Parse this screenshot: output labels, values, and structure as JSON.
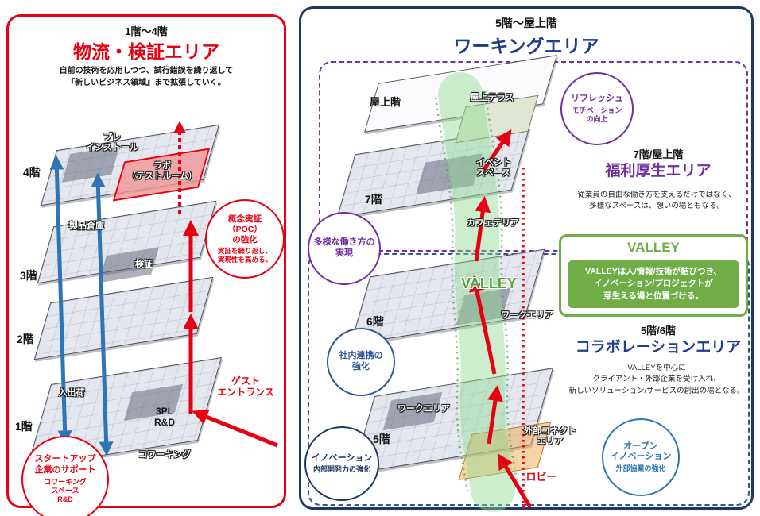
{
  "left_panel": {
    "floor_range": "1階〜4階",
    "title": "物流・検証エリア",
    "description": "自前の技術を応用しつつ、試行錯誤を繰り返して\n『新しいビジネス領域』まで拡張していく。",
    "floor_labels": {
      "f4": "4階",
      "f3": "3階",
      "f2": "2階",
      "f1": "1階"
    },
    "zone_labels": {
      "preinstall": "プレ\nインストール",
      "lab": "ラボ\n（テストルーム）",
      "warehouse": "製品倉庫",
      "verification": "検証",
      "shipping": "入出荷",
      "threepl": "3PL\nR&D",
      "coworking": "コワーキング",
      "guest_entrance": "ゲスト\nエントランス"
    },
    "poc_circle": {
      "title": "概念実証\n（POC）\nの強化",
      "body": "実証を繰り返し、\n実現性を高める。"
    },
    "startup_circle": {
      "title": "スタートアップ\n企業のサポート",
      "body": "コワーキング\nスペース\nR&D"
    }
  },
  "right_panel": {
    "floor_range": "5階〜屋上階",
    "title": "ワーキングエリア",
    "zone_labels": {
      "rooftop": "屋上階",
      "rooftop_terrace": "屋上テラス",
      "event_space": "イベント\nスペース",
      "f7": "7階",
      "cafeteria": "カフェテリア",
      "valley": "VALLEY",
      "f6": "6階",
      "work_area_6f": "ワークエリア",
      "work_area_5f": "ワークエリア",
      "f5": "5階",
      "external_connect": "外部コネクト\nエリア",
      "lobby": "ロビー"
    },
    "refresh_circle": {
      "title": "リフレッシュ",
      "body": "モチベーション\nの向上"
    },
    "welfare_section": {
      "floors": "7階/屋上階",
      "title": "福利厚生エリア",
      "description": "従業員の自由な働き方を支えるだけではなく、\n多様なスペースは、憩いの場ともなる。"
    },
    "diverse_circle": {
      "title": "多様な働き方の\n実現"
    },
    "valley_box": {
      "title": "VALLEY",
      "body": "VALLEYは人/情報/技術が結びつき、\nイノベーション/プロジェクトが\n芽生える場と位置づける。"
    },
    "collab_section": {
      "floors": "5階/6階",
      "title": "コラボレーションエリア",
      "description": "VALLEYを中心に\nクライアント・外部企業を受け入れ、\n新しいソリューション/サービスの創出の場となる。"
    },
    "internal_circle": {
      "title": "社内連携の\n強化"
    },
    "innovation_circle": {
      "title": "イノベーション",
      "body": "内部開発力の強化"
    },
    "open_innovation_circle": {
      "title": "オープン\nイノベーション",
      "body": "外部協業の強化"
    }
  },
  "colors": {
    "red_accent": "#e60012",
    "blue_accent": "#1f3d8c",
    "purple_accent": "#7030a0",
    "green_accent": "#70ad47",
    "navy_border": "#1f3864",
    "blue_arrow": "#2e75b6"
  }
}
